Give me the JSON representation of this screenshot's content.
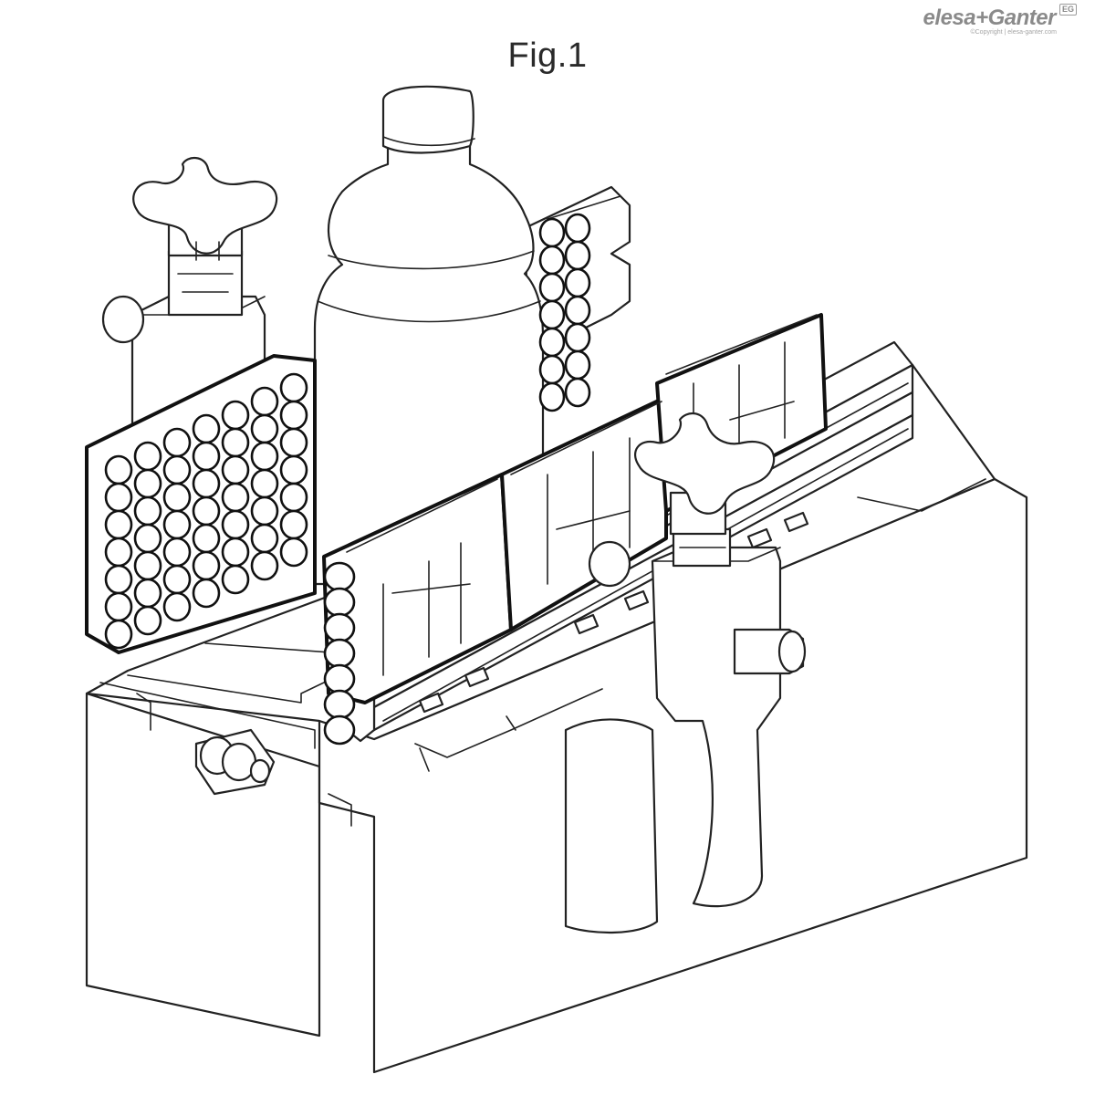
{
  "figure": {
    "title": "Fig.1"
  },
  "brand": {
    "name": "elesa+Ganter",
    "badge": "EG",
    "copyright": "©Copyright | elesa-ganter.com"
  },
  "icons": {
    "left_knob": "star-knob-icon",
    "right_knob": "star-knob-icon",
    "bottle": "bottle-icon"
  }
}
